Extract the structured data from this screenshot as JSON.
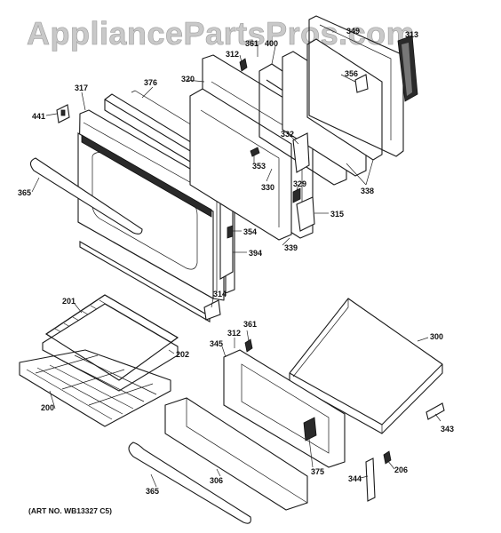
{
  "watermark": "AppliancePartsPros.com",
  "art_note": "(ART NO. WB13327 C5)",
  "labels": {
    "p441": "441",
    "p317": "317",
    "p376": "376",
    "p320": "320",
    "p312a": "312",
    "p361a": "361",
    "p400": "400",
    "p349": "349",
    "p313": "313",
    "p356": "356",
    "p332": "332",
    "p353": "353",
    "p330": "330",
    "p329": "329",
    "p338": "338",
    "p315": "315",
    "p365a": "365",
    "p354": "354",
    "p339": "339",
    "p394": "394",
    "p314": "314",
    "p201": "201",
    "p202": "202",
    "p200": "200",
    "p361b": "361",
    "p312b": "312",
    "p345": "345",
    "p300": "300",
    "p343": "343",
    "p375": "375",
    "p206": "206",
    "p306": "306",
    "p344": "344",
    "p365b": "365"
  }
}
